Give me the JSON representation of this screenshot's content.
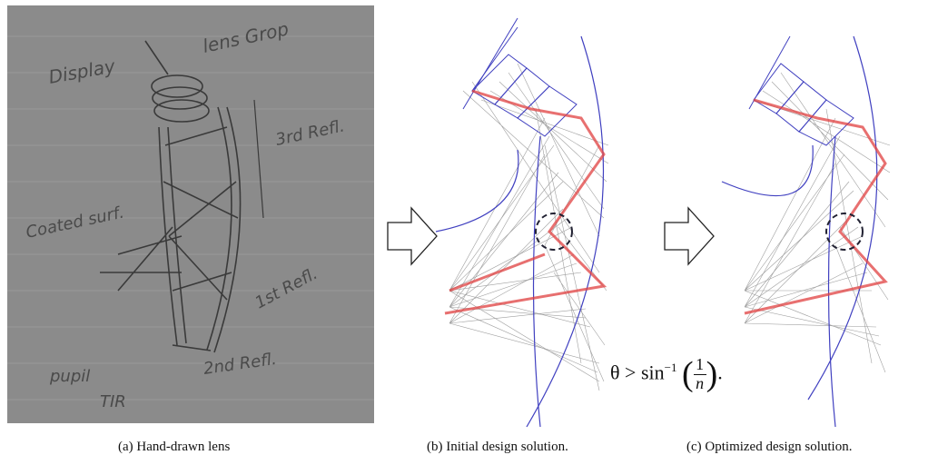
{
  "sketch_labels": {
    "display": "Display",
    "lens_group": "lens Grop",
    "third_refl": "3rd Refl.",
    "coated_surf": "Coated surf.",
    "first_refl": "1st Refl.",
    "pupil": "pupil",
    "second_refl": "2nd Refl.",
    "tir": "TIR"
  },
  "captions": {
    "a": "(a)   Hand-drawn lens",
    "b": "(b)  Initial design solution.",
    "c": "(c)  Optimized design solution."
  },
  "formula": {
    "lhs": "θ > sin",
    "exp": "−1",
    "num": "1",
    "den": "n",
    "tail": "."
  },
  "colors": {
    "paper": "#8a8a8a",
    "surface": "#4040c0",
    "marginal_ray": "#e04040",
    "rays": "#555555",
    "arrow": "#222222"
  }
}
